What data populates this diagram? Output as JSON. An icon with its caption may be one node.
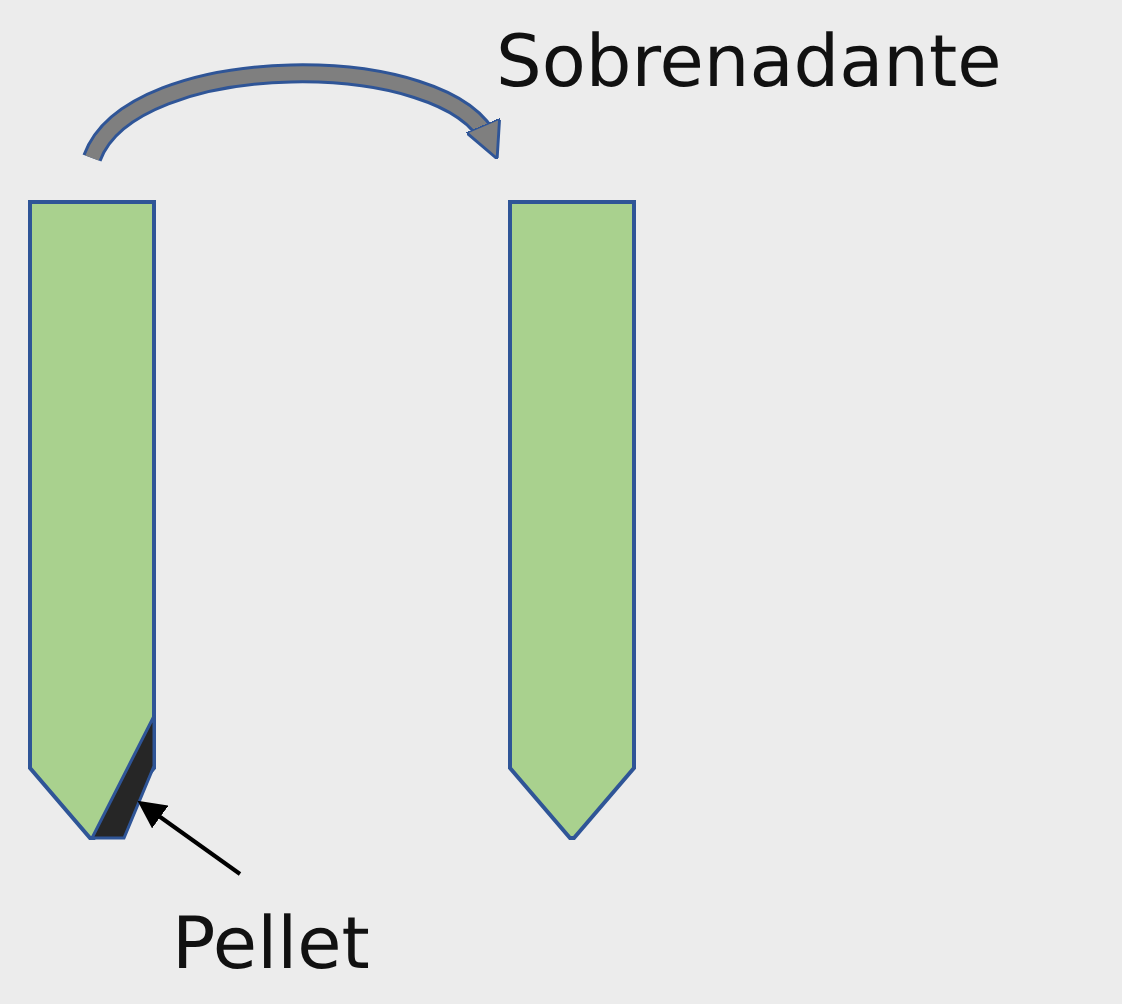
{
  "diagram": {
    "nodes": [
      {
        "text": [],
        "shape": "tube"
      },
      {
        "text": [],
        "shape": "pellet",
        "in": 0
      },
      {
        "text": [],
        "shape": "tube"
      },
      {
        "text": [
          "Pellet"
        ]
      }
    ],
    "edges": [
      {
        "from": 0,
        "to": 2,
        "arrow": "to",
        "label": "Sobrenadante",
        "style": "thick",
        "color": "#7f7f7f"
      },
      {
        "from": 3,
        "to": 1,
        "arrow": "to",
        "color": "#000000"
      }
    ]
  }
}
